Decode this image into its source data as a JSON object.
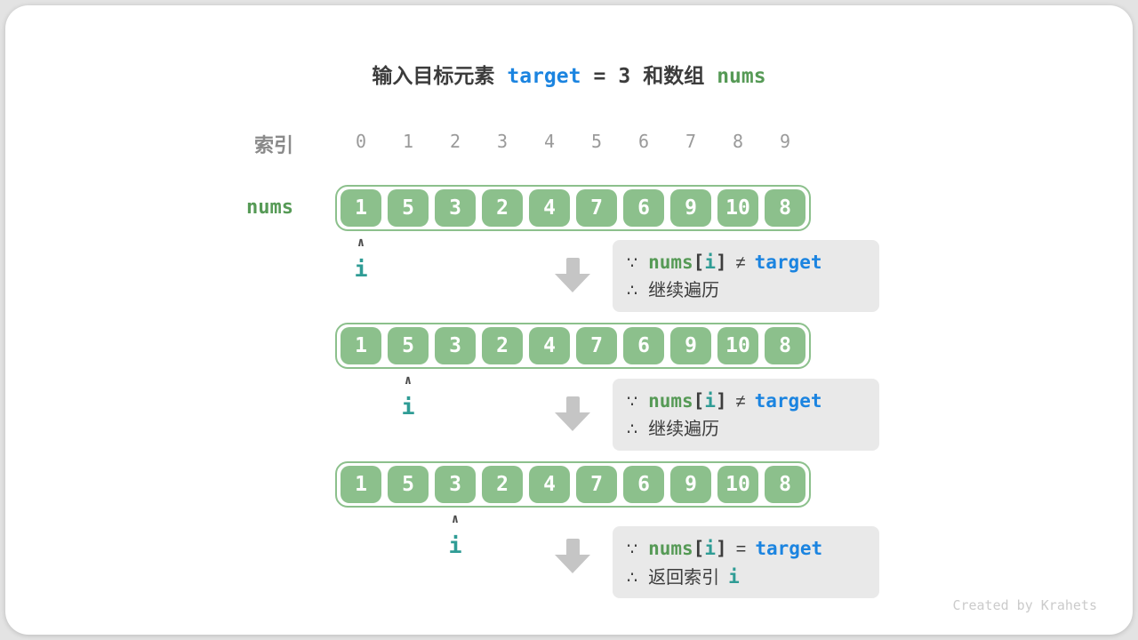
{
  "colors": {
    "cell_green": "#8cc08c",
    "code_green": "#569a56",
    "code_blue": "#1b84e0",
    "code_teal": "#2f9c95",
    "text_dark": "#3c3c3c",
    "index_gray": "#9a9a9a",
    "note_background": "#e9e9e9",
    "arrow_gray": "#c5c5c5",
    "credit_gray": "#cbcbcb"
  },
  "title": {
    "prefix": "输入目标元素",
    "target_token": "target",
    "equals": "=",
    "value": "3",
    "middle": "和数组",
    "nums_token": "nums"
  },
  "index_row": {
    "label": "索引",
    "indices": [
      "0",
      "1",
      "2",
      "3",
      "4",
      "5",
      "6",
      "7",
      "8",
      "9"
    ]
  },
  "array": {
    "label": "nums",
    "values": [
      "1",
      "5",
      "3",
      "2",
      "4",
      "7",
      "6",
      "9",
      "10",
      "8"
    ]
  },
  "pointer": {
    "caret": "∧",
    "label": "i"
  },
  "steps": [
    {
      "pointer_index": 0,
      "note": {
        "because": "∵",
        "nums": "nums",
        "lbracket": "[",
        "i": "i",
        "rbracket": "]",
        "operator": "≠",
        "target": "target",
        "therefore": "∴",
        "conclusion": "继续遍历",
        "suffix": ""
      }
    },
    {
      "pointer_index": 1,
      "note": {
        "because": "∵",
        "nums": "nums",
        "lbracket": "[",
        "i": "i",
        "rbracket": "]",
        "operator": "≠",
        "target": "target",
        "therefore": "∴",
        "conclusion": "继续遍历",
        "suffix": ""
      }
    },
    {
      "pointer_index": 2,
      "note": {
        "because": "∵",
        "nums": "nums",
        "lbracket": "[",
        "i": "i",
        "rbracket": "]",
        "operator": "=",
        "target": "target",
        "therefore": "∴",
        "conclusion": "返回索引",
        "suffix": "i"
      }
    }
  ],
  "credit": "Created by Krahets"
}
